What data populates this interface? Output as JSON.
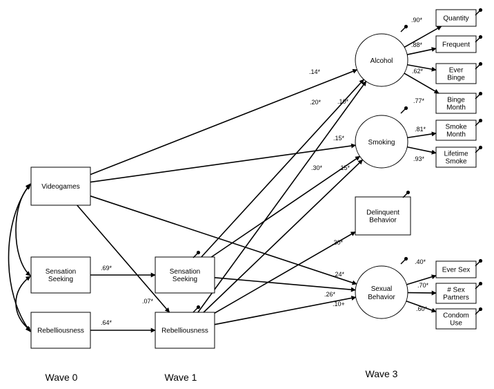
{
  "boxes": {
    "videogames": [
      "Videogames"
    ],
    "sensation_w0": [
      "Sensation",
      "Seeking"
    ],
    "rebel_w0": [
      "Rebelliousness"
    ],
    "sensation_w1": [
      "Sensation",
      "Seeking"
    ],
    "rebel_w1": [
      "Rebelliousness"
    ],
    "delinquent": [
      "Delinquent",
      "Behavior"
    ],
    "quantity": [
      "Quantity"
    ],
    "frequent": [
      "Frequent"
    ],
    "ever_binge": [
      "Ever",
      "Binge"
    ],
    "binge_month": [
      "Binge",
      "Month"
    ],
    "smoke_month": [
      "Smoke",
      "Month"
    ],
    "lifetime_smoke": [
      "Lifetime",
      "Smoke"
    ],
    "ever_sex": [
      "Ever Sex"
    ],
    "sex_partners": [
      "# Sex",
      "Partners"
    ],
    "condom_use": [
      "Condom",
      "Use"
    ]
  },
  "circles": {
    "alcohol": [
      "Alcohol"
    ],
    "smoking": [
      "Smoking"
    ],
    "sexual": [
      "Sexual",
      "Behavior"
    ]
  },
  "coefficients": {
    "sens_w0_w1": ".69*",
    "rebel_w0_w1": ".64*",
    "vg_rebel": ".07*",
    "vg_alcohol": ".14*",
    "vg_smoking": ".15*",
    "vg_sexual": ".24*",
    "sens_alcohol": ".20*",
    "rebel_alcohol": ".10*",
    "sens_smoking": ".30*",
    "rebel_smoking": ".15*",
    "rebel_delinquent": ".30*",
    "sens_sexual": ".26*",
    "rebel_sexual": ".10+",
    "alc_quantity": ".90*",
    "alc_frequent": ".88*",
    "alc_binge": ".62*",
    "alc_month": ".77*",
    "smk_month": ".81*",
    "smk_lifetime": ".93*",
    "sex_ever": ".40*",
    "sex_partners": ".70*",
    "sex_condom": ".60*"
  },
  "waves": {
    "w0": "Wave 0",
    "w1": "Wave 1",
    "w3": "Wave 3"
  }
}
